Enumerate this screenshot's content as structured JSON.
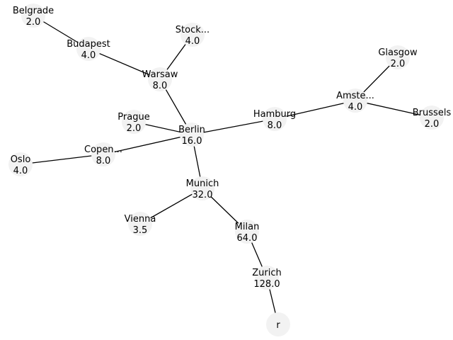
{
  "graph": {
    "colors": {
      "node_fill": "#f2f2f2",
      "edge": "#000000",
      "text": "#000000",
      "background": "#ffffff"
    },
    "nodes": [
      {
        "id": "belgrade",
        "name": "Belgrade",
        "value": "2.0"
      },
      {
        "id": "budapest",
        "name": "Budapest",
        "value": "4.0"
      },
      {
        "id": "stockholm",
        "name": "Stock...",
        "value": "4.0"
      },
      {
        "id": "warsaw",
        "name": "Warsaw",
        "value": "8.0"
      },
      {
        "id": "glasgow",
        "name": "Glasgow",
        "value": "2.0"
      },
      {
        "id": "amsterdam",
        "name": "Amste...",
        "value": "4.0"
      },
      {
        "id": "brussels",
        "name": "Brussels",
        "value": "2.0"
      },
      {
        "id": "hamburg",
        "name": "Hamburg",
        "value": "8.0"
      },
      {
        "id": "prague",
        "name": "Prague",
        "value": "2.0"
      },
      {
        "id": "berlin",
        "name": "Berlin",
        "value": "16.0"
      },
      {
        "id": "copenhagen",
        "name": "Copen...",
        "value": "8.0"
      },
      {
        "id": "oslo",
        "name": "Oslo",
        "value": "4.0"
      },
      {
        "id": "munich",
        "name": "Munich",
        "value": "32.0"
      },
      {
        "id": "vienna",
        "name": "Vienna",
        "value": "3.5"
      },
      {
        "id": "milan",
        "name": "Milan",
        "value": "64.0"
      },
      {
        "id": "zurich",
        "name": "Zurich",
        "value": "128.0"
      },
      {
        "id": "r",
        "name": "r",
        "value": ""
      }
    ],
    "edges": [
      {
        "from": "belgrade",
        "to": "budapest"
      },
      {
        "from": "budapest",
        "to": "warsaw"
      },
      {
        "from": "stockholm",
        "to": "warsaw"
      },
      {
        "from": "warsaw",
        "to": "berlin"
      },
      {
        "from": "glasgow",
        "to": "amsterdam"
      },
      {
        "from": "amsterdam",
        "to": "brussels"
      },
      {
        "from": "amsterdam",
        "to": "hamburg"
      },
      {
        "from": "hamburg",
        "to": "berlin"
      },
      {
        "from": "prague",
        "to": "berlin"
      },
      {
        "from": "copenhagen",
        "to": "berlin"
      },
      {
        "from": "oslo",
        "to": "copenhagen"
      },
      {
        "from": "berlin",
        "to": "munich"
      },
      {
        "from": "munich",
        "to": "vienna"
      },
      {
        "from": "munich",
        "to": "milan"
      },
      {
        "from": "milan",
        "to": "zurich"
      },
      {
        "from": "zurich",
        "to": "r"
      }
    ]
  }
}
